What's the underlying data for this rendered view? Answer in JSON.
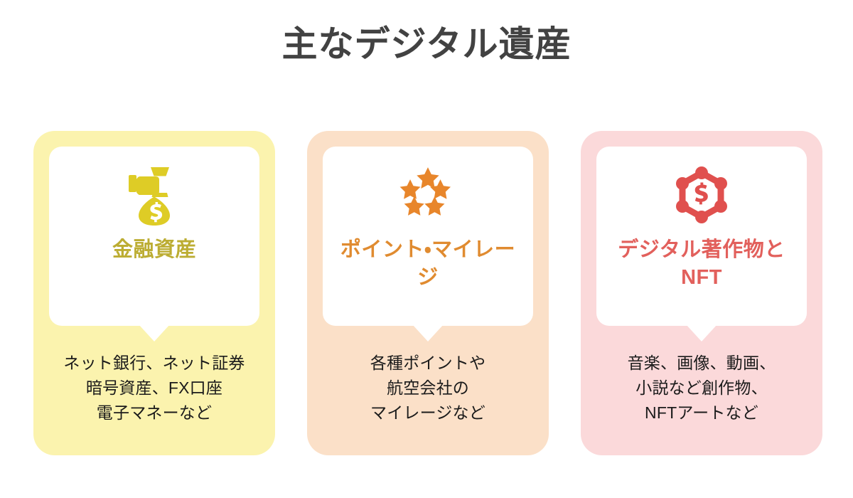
{
  "header": {
    "title": "主なデジタル遺産",
    "title_color": "#424242"
  },
  "cards": [
    {
      "id": "financial-assets",
      "icon": "money-bag-icon",
      "title": "金融資産",
      "title_color": "#BCAD33",
      "icon_color": "#DECC26",
      "panel_color": "#FBF3AE",
      "bubble_color": "#FFFFFF",
      "description_lines": [
        "ネット銀行、ネット証券",
        "暗号資産、FX口座",
        "電子マネーなど"
      ]
    },
    {
      "id": "points-mileage",
      "icon": "five-stars-icon",
      "title": "ポイント・マイレージ",
      "title_color": "#E08B30",
      "icon_color": "#E8862B",
      "panel_color": "#FBE0C8",
      "bubble_color": "#FFFFFF",
      "description_lines": [
        "各種ポイントや",
        "航空会社の",
        "マイレージなど"
      ]
    },
    {
      "id": "digital-works-nft",
      "icon": "nft-token-icon",
      "title": "デジタル著作物とNFT",
      "title_color": "#E2605C",
      "icon_color": "#E0504E",
      "panel_color": "#FBD9DA",
      "bubble_color": "#FFFFFF",
      "description_lines": [
        "音楽、画像、動画、",
        "小説など創作物、",
        "NFTアートなど"
      ]
    }
  ]
}
